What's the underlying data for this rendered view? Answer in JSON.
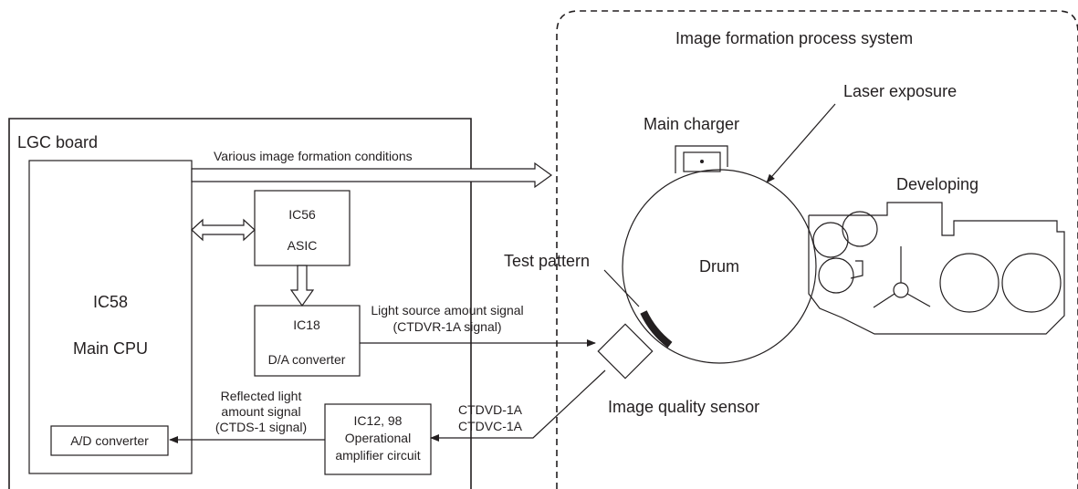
{
  "lgc_board": {
    "title": "LGC board",
    "main_cpu": {
      "chip": "IC58",
      "name": "Main CPU"
    },
    "ad_converter": "A/D converter",
    "asic": {
      "chip": "IC56",
      "name": "ASIC"
    },
    "da_converter": {
      "chip": "IC18",
      "name": "D/A converter"
    },
    "opamp": {
      "chip": "IC12, 98",
      "line1": "Operational",
      "line2": "amplifier circuit"
    }
  },
  "signals": {
    "various_conditions": "Various image formation conditions",
    "light_source_line1": "Light source amount signal",
    "light_source_line2": "(CTDVR-1A signal)",
    "reflected_line1": "Reflected light",
    "reflected_line2": "amount signal",
    "reflected_line3": "(CTDS-1 signal)",
    "ctdvd": "CTDVD-1A",
    "ctdvc": "CTDVC-1A"
  },
  "process_system": {
    "title": "Image formation process system",
    "laser_exposure": "Laser exposure",
    "main_charger": "Main charger",
    "developing": "Developing",
    "drum": "Drum",
    "test_pattern": "Test pattern",
    "image_quality_sensor": "Image quality sensor"
  }
}
